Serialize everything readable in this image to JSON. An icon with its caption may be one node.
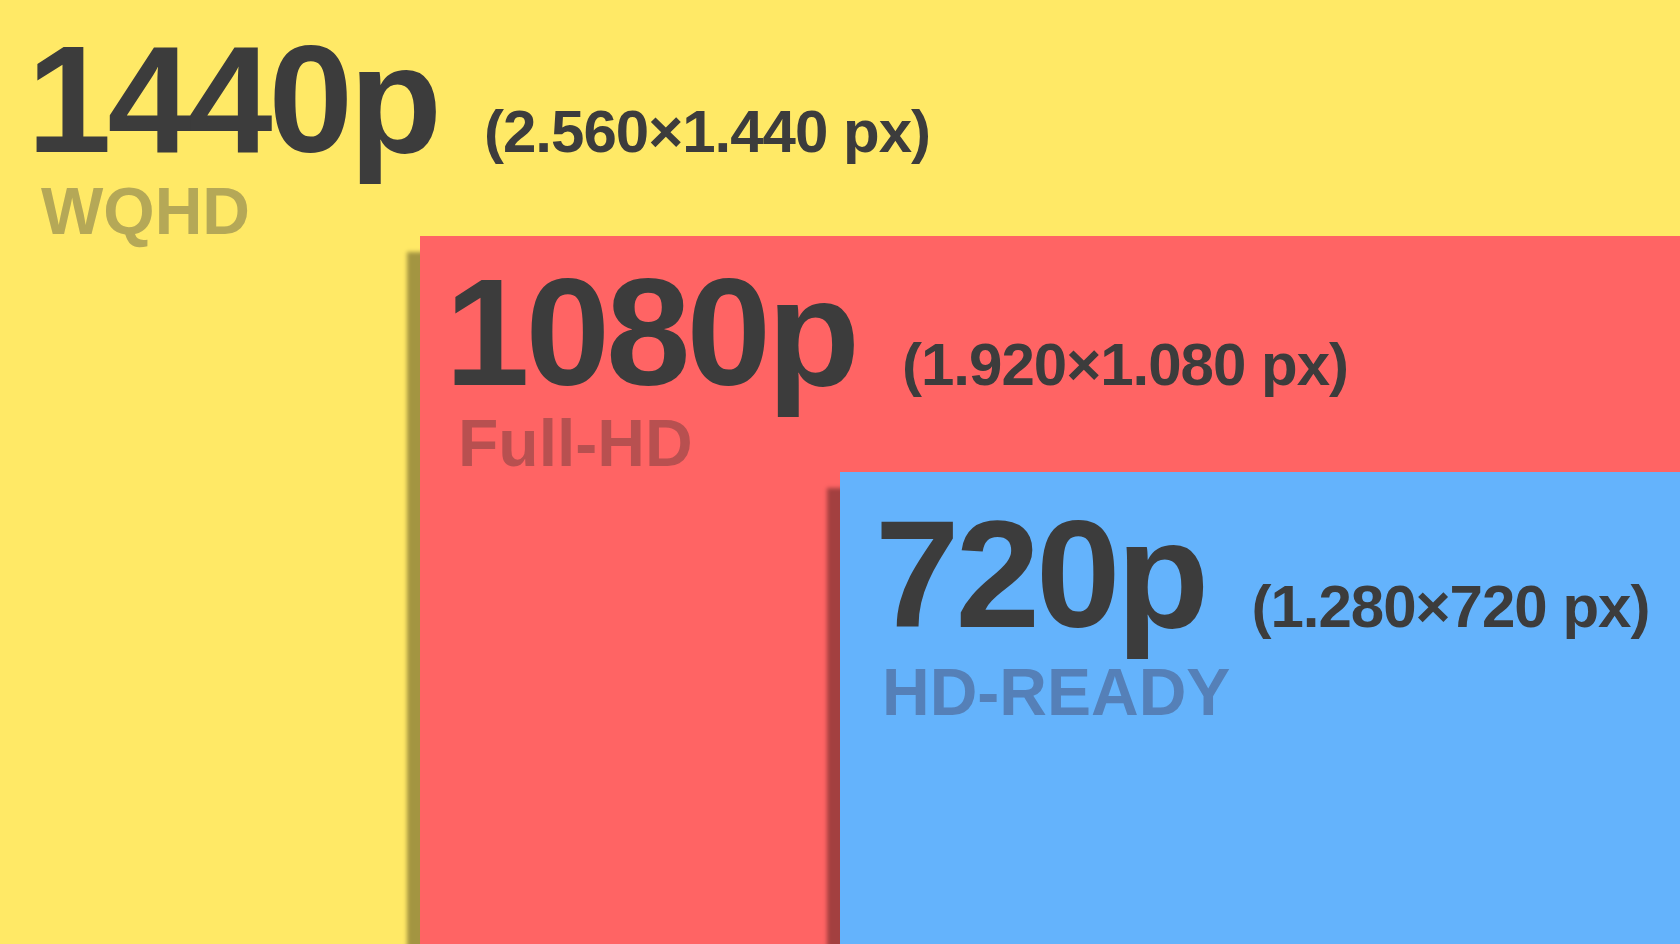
{
  "diagram": {
    "nodes": [
      {
        "text": [
          "1440p",
          "(2.560×1.440 px)",
          "WQHD"
        ]
      },
      {
        "text": [
          "1080p",
          "(1.920×1.080 px)",
          "Full-HD"
        ],
        "in": 0
      },
      {
        "text": [
          "720p",
          "(1.280×720 px)",
          "HD-READY"
        ],
        "in": 1
      }
    ]
  }
}
